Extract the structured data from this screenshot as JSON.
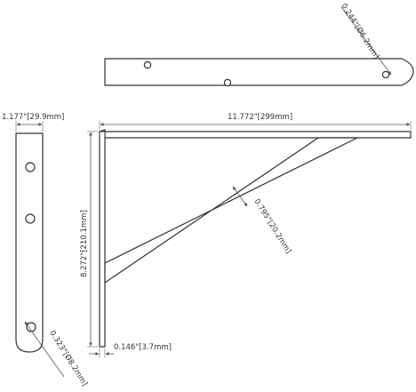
{
  "dimensions": {
    "length": "11.772\"[299mm]",
    "height": "8.272\"[210.1mm]",
    "width": "1.177\"[29.9mm]",
    "brace_width": "0.795\"[20.2mm]",
    "thickness": "0.146\"[3.7mm]",
    "top_hole_diameter": "0.244\"[Ø6.2mm]",
    "side_hole_diameter": "0.323\"[Ø8.2mm]"
  }
}
